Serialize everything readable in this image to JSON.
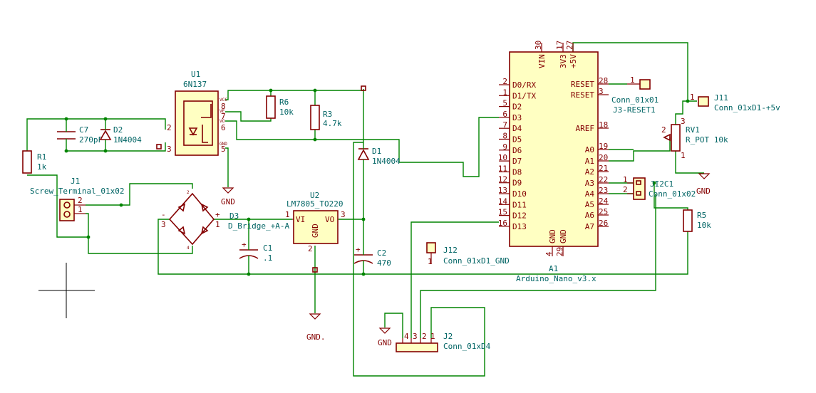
{
  "components": {
    "u1": {
      "ref": "U1",
      "value": "6N137",
      "pins": {
        "vcc": "VCC",
        "ve": "VE",
        "vo": "VO",
        "gnd": "GND",
        "n8": "8",
        "n7": "7",
        "n6": "6",
        "n5": "5",
        "n2": "2",
        "n3": "3"
      }
    },
    "r6": {
      "ref": "R6",
      "value": "10k"
    },
    "r3": {
      "ref": "R3",
      "value": "4.7k"
    },
    "c7": {
      "ref": "C7",
      "value": "270pF"
    },
    "d2": {
      "ref": "D2",
      "value": "1N4004"
    },
    "r1": {
      "ref": "R1",
      "value": "1k"
    },
    "j1": {
      "ref": "J1",
      "value": "Screw_Terminal_01x02",
      "pin2": "2",
      "pin1": "1"
    },
    "d3": {
      "ref": "D3",
      "value": "D_Bridge_+A-A",
      "p_minus": "-",
      "p_plus": "+",
      "n3": "3",
      "n1": "1",
      "n2": "2",
      "n4": "4"
    },
    "u2": {
      "ref": "U2",
      "value": "LM7805_TO220",
      "pin_vi": "VI",
      "pin_vo": "VO",
      "pin_gnd": "GND",
      "n1": "1",
      "n2": "2",
      "n3": "3"
    },
    "c1": {
      "ref": "C1",
      "value": ".1"
    },
    "c2": {
      "ref": "C2",
      "value": "470"
    },
    "d1": {
      "ref": "D1",
      "value": "1N4004"
    },
    "j12": {
      "ref": "J12",
      "value": "Conn_01xD1_GND",
      "n1": "1"
    },
    "j2": {
      "ref": "J2",
      "value": "Conn_01xD4",
      "n4": "4",
      "n3": "3",
      "n2": "2",
      "n1": "1"
    },
    "a1": {
      "ref": "A1",
      "value": "Arduino_Nano_v3.x",
      "top_pins": [
        {
          "label": "VIN",
          "num": "30"
        },
        {
          "label": "3V3",
          "num": "17"
        },
        {
          "label": "+5V",
          "num": "27"
        }
      ],
      "left_pins": [
        {
          "label": "D0/RX",
          "num": "2"
        },
        {
          "label": "D1/TX",
          "num": "1"
        },
        {
          "label": "D2",
          "num": "5"
        },
        {
          "label": "D3",
          "num": "6"
        },
        {
          "label": "D4",
          "num": "7"
        },
        {
          "label": "D5",
          "num": "8"
        },
        {
          "label": "D6",
          "num": "9"
        },
        {
          "label": "D7",
          "num": "10"
        },
        {
          "label": "D8",
          "num": "11"
        },
        {
          "label": "D9",
          "num": "12"
        },
        {
          "label": "D10",
          "num": "13"
        },
        {
          "label": "D11",
          "num": "14"
        },
        {
          "label": "D12",
          "num": "15"
        },
        {
          "label": "D13",
          "num": "16"
        }
      ],
      "right_pins": [
        {
          "label": "RESET",
          "num": "28"
        },
        {
          "label": "RESET",
          "num": "3"
        },
        {
          "label": "AREF",
          "num": "18"
        },
        {
          "label": "A0",
          "num": "19"
        },
        {
          "label": "A1",
          "num": "20"
        },
        {
          "label": "A2",
          "num": "21"
        },
        {
          "label": "A3",
          "num": "22"
        },
        {
          "label": "A4",
          "num": "23"
        },
        {
          "label": "A5",
          "num": "24"
        },
        {
          "label": "A6",
          "num": "25"
        },
        {
          "label": "A7",
          "num": "26"
        }
      ],
      "bottom_pins": [
        {
          "label": "GND",
          "num": "4"
        },
        {
          "label": "GND",
          "num": "29"
        }
      ]
    },
    "j3": {
      "ref": "J3-RESET1",
      "value": "Conn_01x01",
      "n1": "1"
    },
    "j11": {
      "ref": "J11",
      "value": "Conn_01xD1-+5v",
      "n1": "1"
    },
    "rv1": {
      "ref": "RV1",
      "value": "R_POT 10k",
      "n1": "1",
      "n2": "2",
      "n3": "3"
    },
    "ji2c": {
      "ref": "JI2C1",
      "value": "Conn_01x02",
      "n1": "1",
      "n2": "2"
    },
    "r5": {
      "ref": "R5",
      "value": "10k"
    }
  },
  "power": {
    "gnd_u1": "GND",
    "gnd_u2": "GND.",
    "gnd_rv1": "GND",
    "gnd_j2": "GND"
  }
}
